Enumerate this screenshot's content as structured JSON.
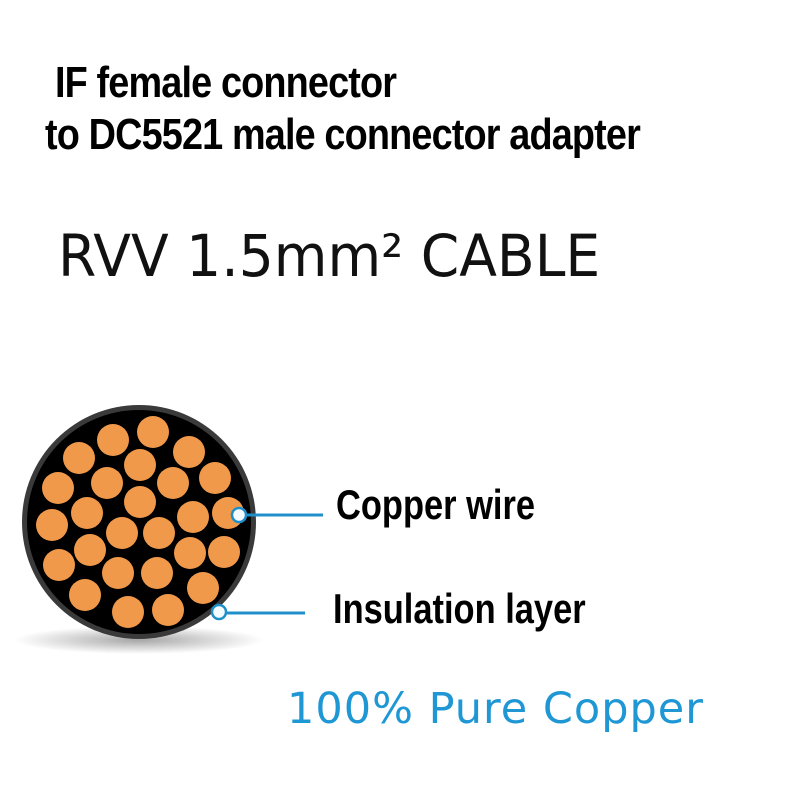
{
  "headline": {
    "line1": "IF female connector",
    "line2": "to DC5521 male connector adapter"
  },
  "subtitle": "RVV 1.5mm² CABLE",
  "diagram": {
    "callouts": [
      {
        "label": "Copper wire",
        "target": "copper-strand"
      },
      {
        "label": "Insulation layer",
        "target": "outer-sheath"
      }
    ],
    "colors": {
      "copper": "#f0994a",
      "insulation": "#000000",
      "sheath_edge": "#3a3a3a",
      "pointer": "#1f8fc9"
    },
    "strand_count": 26
  },
  "tagline": "100% Pure Copper",
  "colors": {
    "tagline": "#1f97d4",
    "text": "#000000",
    "background": "#ffffff"
  }
}
